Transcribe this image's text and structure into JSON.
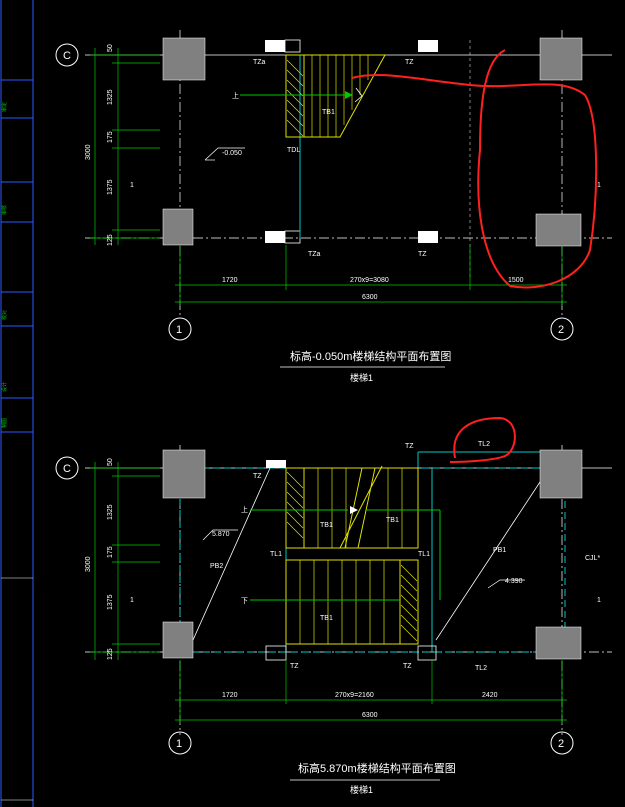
{
  "colors": {
    "background": "#000000",
    "grid": "#ffffff",
    "dimension": "#00c800",
    "wall": "#00c8c8",
    "stair": "#e0e000",
    "column_fill": "#808080",
    "annotation": "#ff0000",
    "side_label": "#00c800"
  },
  "sidebar": {
    "cells": [
      "审定",
      "审核",
      "校对",
      "设计",
      "制图"
    ]
  },
  "plan_top": {
    "grid_row": "C",
    "grid_cols": [
      "1",
      "2"
    ],
    "dims_left": [
      "50",
      "1325",
      "175",
      "1375",
      "125"
    ],
    "dim_left_total": "3000",
    "dims_bottom": [
      "1720",
      "270x9=3080",
      "1500"
    ],
    "dim_bottom_total": "6300",
    "elevation": "-0.050",
    "labels": {
      "tz_a_top": "TZa",
      "tz_top": "TZ",
      "tb1": "TB1",
      "tdl": "TDL",
      "up": "上",
      "tz_a_bottom": "TZa",
      "tz_bottom": "TZ",
      "section_left": "1",
      "section_right": "1"
    },
    "title": "标高-0.050m楼梯结构平面布置图",
    "subtitle": "楼梯1"
  },
  "plan_bottom": {
    "grid_row": "C",
    "grid_cols": [
      "1",
      "2"
    ],
    "dims_left": [
      "50",
      "1325",
      "175",
      "1375",
      "125"
    ],
    "dim_left_total": "3000",
    "dims_bottom": [
      "1720",
      "270x9=2160",
      "2420"
    ],
    "dim_bottom_total": "6300",
    "elevation_left": "5.870",
    "elevation_right": "4.390",
    "labels": {
      "tz_tl": "TZ",
      "tz_tr": "TZ",
      "tl2_top": "TL2",
      "pb2": "PB2",
      "pb1": "PB1",
      "tl1_left": "TL1",
      "tl1_right": "TL1",
      "tb1_a": "TB1",
      "tb1_b": "TB1",
      "tb1_c": "TB1",
      "up": "上",
      "down": "下",
      "cjl": "CJL*",
      "tz_bl": "TZ",
      "tz_br": "TZ",
      "tl2_bottom": "TL2",
      "section_left": "1",
      "section_right": "1"
    },
    "title": "标高5.870m楼梯结构平面布置图",
    "subtitle": "楼梯1"
  }
}
